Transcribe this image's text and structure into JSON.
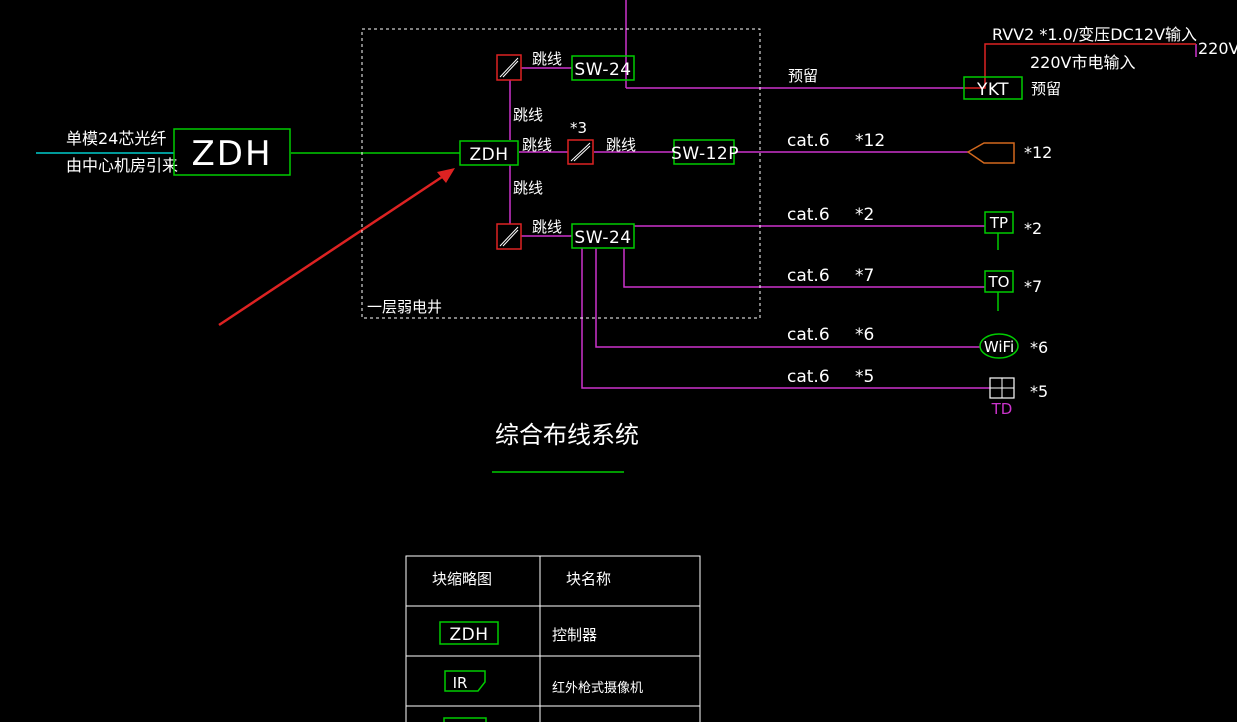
{
  "diagram": {
    "source": {
      "line1": "单模24芯光纤",
      "line2": "由中心机房引来",
      "box": "ZDH"
    },
    "shaft": {
      "label": "一层弱电井"
    },
    "controller": {
      "label": "ZDH"
    },
    "top_patch": {
      "jumper": "跳线",
      "switch": "SW-24"
    },
    "mid_patch": {
      "count": "*3",
      "jumper_left": "跳线",
      "jumper_right": "跳线",
      "switch": "SW-12P"
    },
    "bottom_patch": {
      "jumper": "跳线",
      "switch": "SW-24"
    },
    "vertical_jumpers": {
      "upper": "跳线",
      "lower": "跳线"
    },
    "top_right": {
      "cable": "RVV2 *1.0/变压DC12V输入",
      "mains": "220V市电输入",
      "voltage": "220V",
      "reserved_line": "预留",
      "ykt": "YKT",
      "reserved_device": "预留"
    },
    "outputs": [
      {
        "cable": "cat.6",
        "qty": "*12",
        "device": "",
        "count": "*12"
      },
      {
        "cable": "cat.6",
        "qty": "*2",
        "device": "TP",
        "count": "*2"
      },
      {
        "cable": "cat.6",
        "qty": "*7",
        "device": "TO",
        "count": "*7"
      },
      {
        "cable": "cat.6",
        "qty": "*6",
        "device": "WiFi",
        "count": "*6"
      },
      {
        "cable": "cat.6",
        "qty": "*5",
        "device": "TD",
        "count": "*5"
      }
    ],
    "system_title": "综合布线系统"
  },
  "legend": {
    "header": {
      "col1": "块缩略图",
      "col2": "块名称"
    },
    "rows": [
      {
        "icon": "ZDH",
        "name": "控制器"
      },
      {
        "icon": "IR",
        "name": "红外枪式摄像机"
      }
    ]
  },
  "colors": {
    "background": "#000000",
    "green": "#00cc00",
    "magenta": "#cc33cc",
    "red": "#dd2222",
    "white": "#ffffff",
    "cyan": "#00cccc",
    "orange": "#d2691e"
  }
}
